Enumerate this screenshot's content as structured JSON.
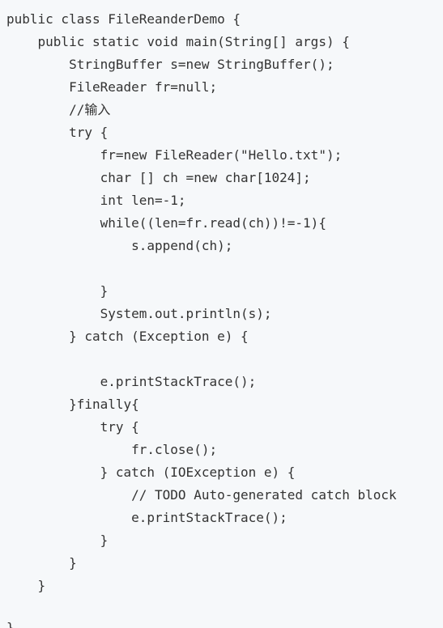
{
  "code": {
    "lines": [
      "public class FileReanderDemo {",
      "    public static void main(String[] args) {",
      "        StringBuffer s=new StringBuffer();",
      "        FileReader fr=null;",
      "        //输入",
      "        try {",
      "            fr=new FileReader(\"Hello.txt\");",
      "            char [] ch =new char[1024];",
      "            int len=-1;",
      "            while((len=fr.read(ch))!=-1){",
      "                s.append(ch);",
      "",
      "            }",
      "            System.out.println(s);",
      "        } catch (Exception e) {",
      "",
      "            e.printStackTrace();",
      "        }finally{",
      "            try {",
      "                fr.close();",
      "            } catch (IOException e) {",
      "                // TODO Auto-generated catch block",
      "                e.printStackTrace();",
      "            }",
      "        }",
      "    }",
      "",
      "}"
    ]
  }
}
